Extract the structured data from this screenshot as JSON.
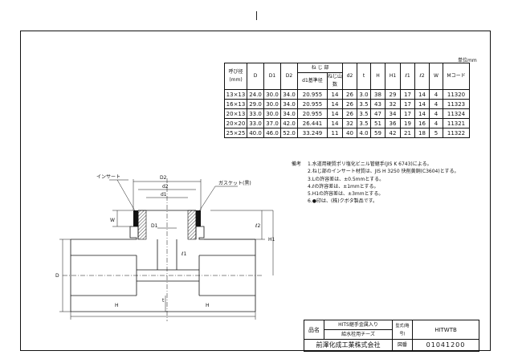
{
  "unit_label": "単位mm",
  "table": {
    "headers": {
      "size": "呼び径 (mm)",
      "D": "D",
      "D1": "D1",
      "D2": "D2",
      "thread": "ね じ 部",
      "thread_d": "d1基準径",
      "thread_n": "ねじ山数",
      "d2": "d2",
      "t": "t",
      "H": "H",
      "H1": "H1",
      "l1": "ℓ1",
      "l2": "ℓ2",
      "W": "W",
      "code": "Mコード"
    },
    "rows": [
      [
        "13×13",
        "24.0",
        "30.0",
        "34.0",
        "20.955",
        "14",
        "26",
        "3.0",
        "38",
        "29",
        "17",
        "14",
        "4",
        "11320"
      ],
      [
        "16×13",
        "29.0",
        "30.0",
        "34.0",
        "20.955",
        "14",
        "26",
        "3.5",
        "43",
        "32",
        "17",
        "14",
        "4",
        "11323"
      ],
      [
        "20×13",
        "33.0",
        "30.0",
        "34.0",
        "20.955",
        "14",
        "26",
        "3.5",
        "47",
        "34",
        "17",
        "14",
        "4",
        "11324"
      ],
      [
        "20×20",
        "33.0",
        "37.0",
        "42.0",
        "26.441",
        "14",
        "32",
        "3.5",
        "51",
        "36",
        "19",
        "16",
        "4",
        "11321"
      ],
      [
        "25×25",
        "40.0",
        "46.0",
        "52.0",
        "33.249",
        "11",
        "40",
        "4.0",
        "59",
        "42",
        "21",
        "18",
        "5",
        "11322"
      ]
    ]
  },
  "notes": {
    "heading": "備考",
    "items": [
      "1.水道用硬質ポリ塩化ビニル管継手(JIS K 6743)による。",
      "2.ねじ部のインサート材質は、JIS H 3250 快削黄銅(C3604)とする。",
      "3.Lの許容差は、±0.5mmとする。",
      "4.ℓの許容差は、±1mmとする。",
      "5.H1の許容差は、±3mmとする。",
      "6.●印は、(株)クボタ製品です。"
    ]
  },
  "drawing": {
    "insert_label": "インサート",
    "gasket_label": "ガスケット(黒)",
    "D2": "D2",
    "d2": "d2",
    "d1": "d1",
    "D1": "D1",
    "W": "W",
    "l2": "ℓ2",
    "l1": "ℓ1",
    "H1": "H1",
    "D": "D",
    "t": "t",
    "H_left": "H",
    "H_right": "H"
  },
  "title_block": {
    "name_label": "品名",
    "name_line1": "HITS継手金属入り",
    "name_line2": "給水栓用チーズ",
    "model_label": "型式(略号)",
    "model_value": "HITWTB",
    "company": "前澤化成工業株式会社",
    "drawing_no_label": "図番",
    "drawing_no": "01041200"
  }
}
